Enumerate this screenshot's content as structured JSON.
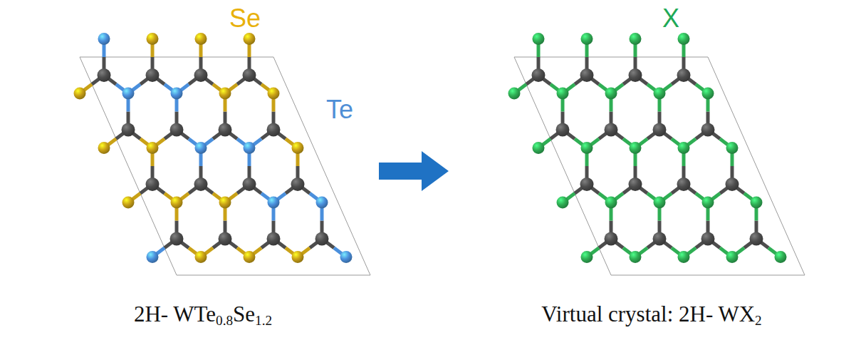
{
  "diagram": {
    "nodes": [
      {
        "text": [
          "Se",
          "Te",
          "2H- WTe0.8Se1.2"
        ]
      },
      {
        "text": [
          "X",
          "Virtual crystal: 2H- WX2"
        ]
      }
    ],
    "edges": [
      {
        "from": 0,
        "to": 1,
        "arrow": "to"
      }
    ]
  }
}
